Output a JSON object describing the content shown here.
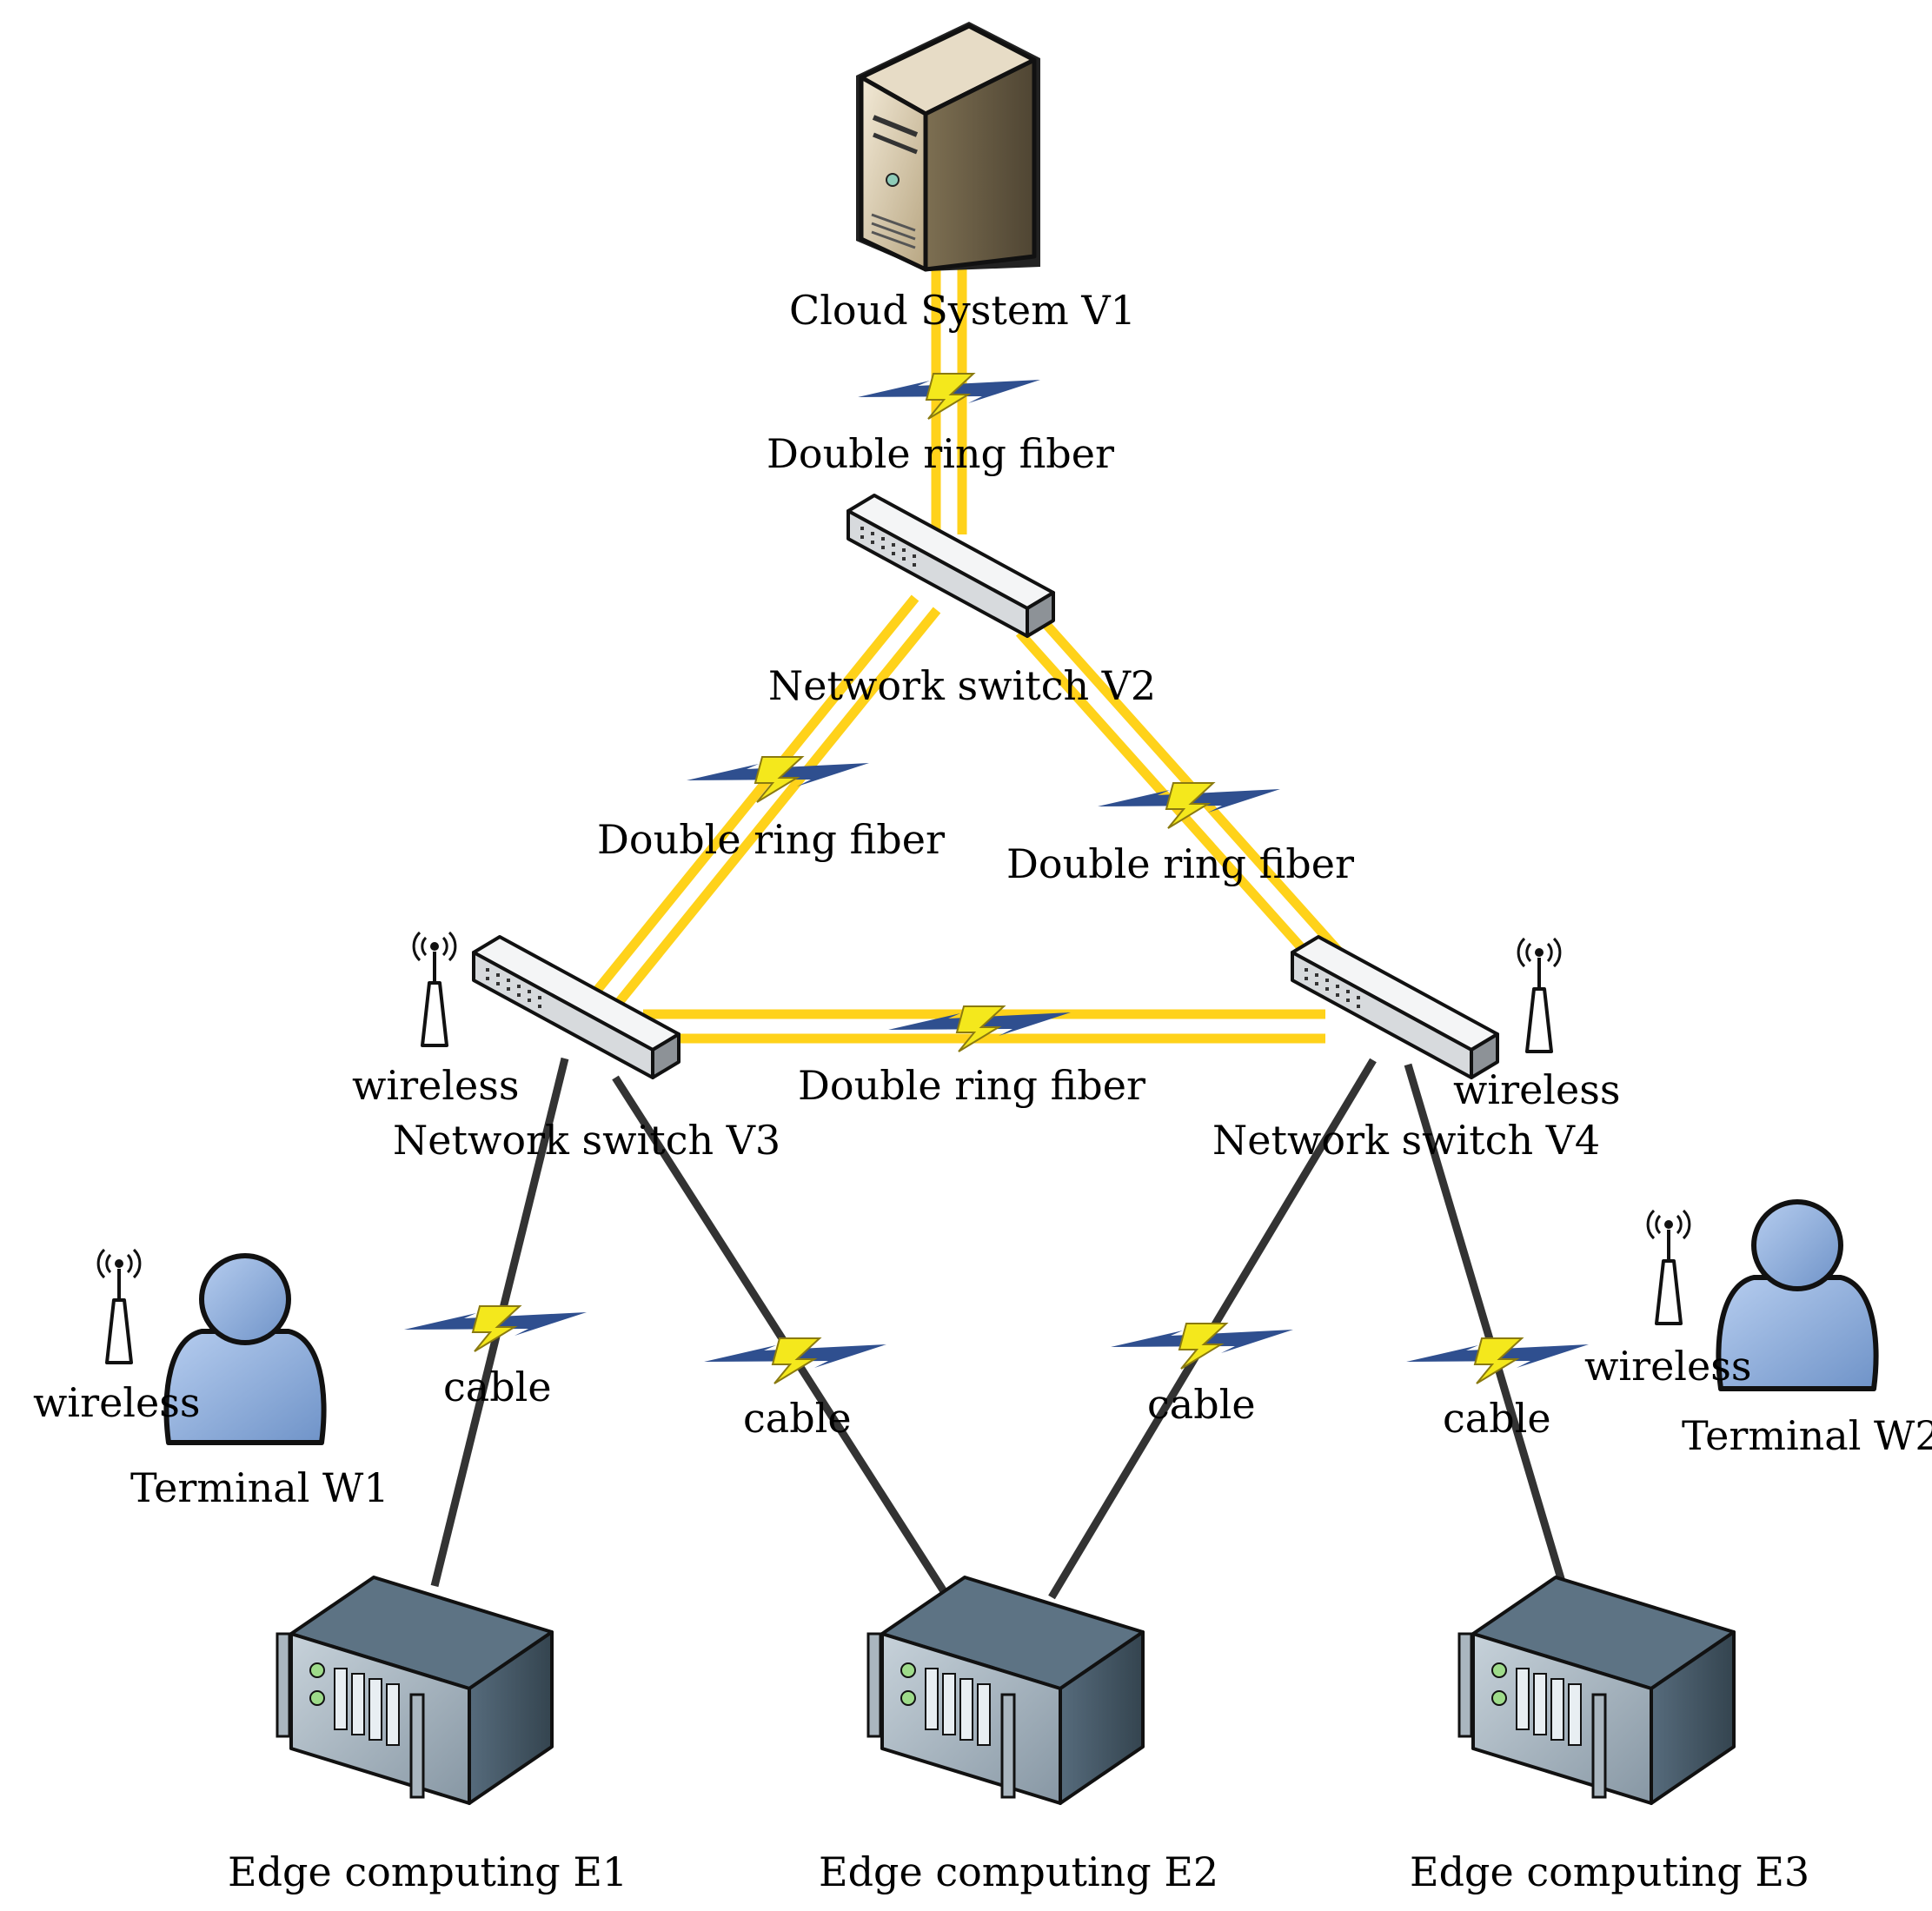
{
  "colors": {
    "fiber": "#ffd21a",
    "cable": "#333333",
    "bolt_fill": "#f4e81c",
    "bolt_edge": "#2f4f8f",
    "label": "#000000",
    "user_fill": "#8fb0de"
  },
  "nodes": {
    "cloud": {
      "label": "Cloud System V1",
      "icon": "tower-server-icon"
    },
    "switch_v2": {
      "label": "Network switch V2",
      "icon": "network-switch-icon"
    },
    "switch_v3": {
      "label": "Network switch V3",
      "icon": "network-switch-icon"
    },
    "switch_v4": {
      "label": "Network switch V4",
      "icon": "network-switch-icon"
    },
    "terminal_w1": {
      "label": "Terminal W1",
      "icon": "user-icon"
    },
    "terminal_w2": {
      "label": "Terminal W2",
      "icon": "user-icon"
    },
    "edge_e1": {
      "label": "Edge computing E1",
      "icon": "rack-server-icon"
    },
    "edge_e2": {
      "label": "Edge computing E2",
      "icon": "rack-server-icon"
    },
    "edge_e3": {
      "label": "Edge computing E3",
      "icon": "rack-server-icon"
    }
  },
  "wireless": [
    {
      "label": "wireless",
      "icon": "antenna-icon"
    },
    {
      "label": "wireless",
      "icon": "antenna-icon"
    },
    {
      "label": "wireless",
      "icon": "antenna-icon"
    },
    {
      "label": "wireless",
      "icon": "antenna-icon"
    }
  ],
  "links": {
    "v1_v2": {
      "label": "Double ring fiber",
      "type": "fiber"
    },
    "v2_v3": {
      "label": "Double ring fiber",
      "type": "fiber"
    },
    "v2_v4": {
      "label": "Double ring fiber",
      "type": "fiber"
    },
    "v3_v4": {
      "label": "Double ring fiber",
      "type": "fiber"
    },
    "v3_e1": {
      "label": "cable",
      "type": "cable"
    },
    "v3_e2": {
      "label": "cable",
      "type": "cable"
    },
    "v4_e2": {
      "label": "cable",
      "type": "cable"
    },
    "v4_e3": {
      "label": "cable",
      "type": "cable"
    }
  }
}
